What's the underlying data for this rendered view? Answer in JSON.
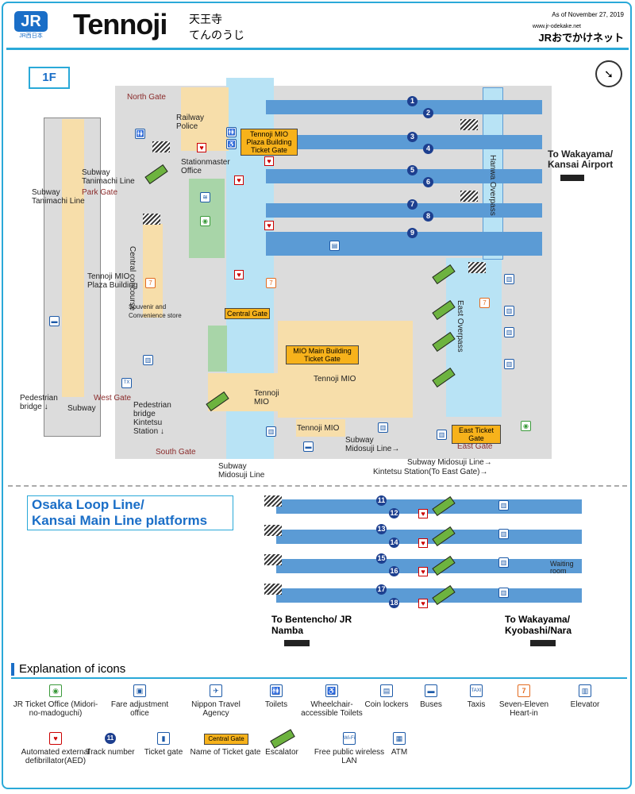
{
  "header": {
    "logo": "JR",
    "logo_sub": "JR西日本",
    "station_name": "Tennoji",
    "name_kanji": "天王寺",
    "name_kana": "てんのうじ",
    "as_of": "As of November 27, 2019",
    "site_url": "www.jr-odekake.net",
    "brand": "JRおでかけネット"
  },
  "floor": {
    "label": "1F"
  },
  "map_labels": {
    "north_gate": "North Gate",
    "railway_police": "Railway Police",
    "stationmaster_office": "Stationmaster Office",
    "subway_tanimachi_line": "Subway Tanimachi Line",
    "park_gate": "Park Gate",
    "subway_tanimachi_line_left": "Subway Tanimachi Line",
    "central_concourse": "Central concourse",
    "tennoji_mio_plaza_building": "Tennoji MIO Plaza Building",
    "souvenir_store": "Souvenir and Convenience store",
    "pedestrian_bridge": "Pedestrian bridge ↓",
    "subway": "Subway",
    "west_gate": "West Gate",
    "pedestrian_bridge_kintetsu": "Pedestrian bridge Kintetsu Station ↓",
    "south_gate": "South Gate",
    "subway_midosuji_line_bottom": "Subway Midosuji Line",
    "tennoji_mio_small": "Tennoji MIO",
    "tennoji_mio_big": "Tennoji MIO",
    "tennoji_mio_bottom": "Tennoji MIO",
    "subway_midosuji_line_arrow": "Subway Midosuji Line→",
    "east_gate": "East Gate",
    "hanwa_overpass": "Hanwa Overpass",
    "east_overpass": "East Overpass",
    "to_wakayama_kansai": "To Wakayama/ Kansai Airport",
    "subway_midosuji_right": "Subway Midosuji Line→",
    "kintetsu_station_east": "Kintetsu Station(To East Gate)→"
  },
  "ticket_gates": {
    "mio_plaza": "Tennoji MIO Plaza Building Ticket Gate",
    "central": "Central Gate",
    "mio_main": "MIO Main Building Ticket Gate",
    "east": "East Ticket Gate"
  },
  "tracks_upper": [
    "1",
    "2",
    "3",
    "4",
    "5",
    "6",
    "7",
    "8",
    "9"
  ],
  "loop_section": {
    "title_line1": "Osaka Loop Line/",
    "title_line2": "Kansai Main Line platforms",
    "tracks": [
      "11",
      "12",
      "13",
      "14",
      "15",
      "16",
      "17",
      "18"
    ],
    "waiting_room": "Waiting room",
    "to_bentencho": "To Bentencho/ JR Namba",
    "to_wakayama_nara": "To Wakayama/ Kyobashi/Nara"
  },
  "legend": {
    "title": "Explanation of icons",
    "items": [
      {
        "icon": "midori-icon",
        "label": "JR Ticket Office (Midori-no-madoguchi)"
      },
      {
        "icon": "fare-adjust-icon",
        "label": "Fare adjustment office"
      },
      {
        "icon": "nippon-travel-icon",
        "label": "Nippon Travel Agency"
      },
      {
        "icon": "toilet-icon",
        "label": "Toilets"
      },
      {
        "icon": "wheelchair-icon",
        "label": "Wheelchair- accessible Toilets"
      },
      {
        "icon": "locker-icon",
        "label": "Coin lockers"
      },
      {
        "icon": "bus-icon",
        "label": "Buses"
      },
      {
        "icon": "taxi-icon",
        "label": "Taxis"
      },
      {
        "icon": "seven-eleven-icon",
        "label": "Seven-Eleven Heart-in"
      },
      {
        "icon": "elevator-icon",
        "label": "Elevator"
      },
      {
        "icon": "aed-icon",
        "label": "Automated external defibrillator(AED)"
      },
      {
        "icon": "track-number-icon",
        "label": "Track number"
      },
      {
        "icon": "ticket-gate-icon",
        "label": "Ticket gate"
      },
      {
        "icon": "gate-name-icon",
        "label": "Name of Ticket gate"
      },
      {
        "icon": "escalator-icon",
        "label": "Escalator"
      },
      {
        "icon": "wifi-icon",
        "label": "Free public wireless LAN"
      },
      {
        "icon": "atm-icon",
        "label": "ATM"
      }
    ],
    "sample_track": "11",
    "sample_gate_name": "Central Gate",
    "taxi_text": "TAXI",
    "wifi_text": "Wi-Fi",
    "aed_text": "AED"
  },
  "colors": {
    "frame": "#2aa9d8",
    "platform": "#5b9bd5",
    "concourse": "#dcdcdc",
    "building": "#f7deaa",
    "overpass": "#b8e3f5",
    "gate_box": "#f7b21b",
    "track_circle": "#1d3f8f"
  }
}
